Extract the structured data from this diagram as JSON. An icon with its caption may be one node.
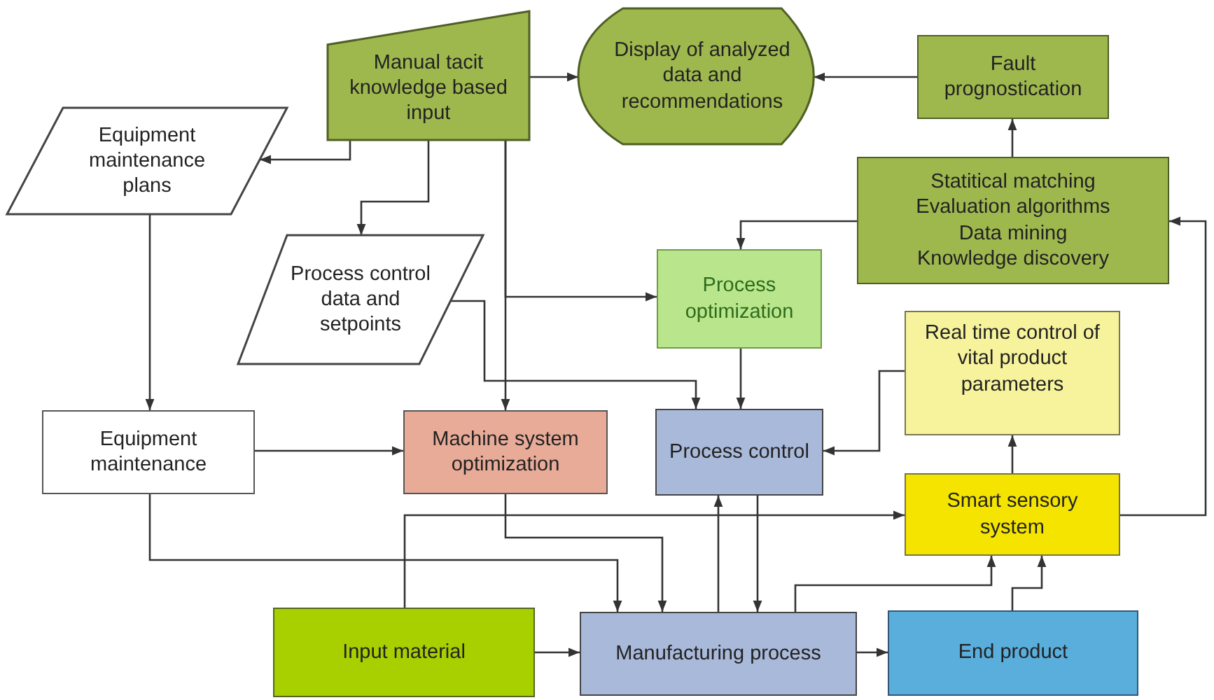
{
  "diagram": {
    "nodes": [
      {
        "text": [
          "Manual tacit knowledge based input"
        ]
      },
      {
        "text": [
          "Display of analyzed data and recommendations"
        ]
      },
      {
        "text": [
          "Fault prognostication"
        ]
      },
      {
        "text": [
          "Equipment maintenance plans"
        ]
      },
      {
        "text": [
          "Statitical matching",
          "Evaluation algorithms",
          "Data mining",
          "Knowledge discovery"
        ]
      },
      {
        "text": [
          "Process control data and setpoints"
        ]
      },
      {
        "text": [
          "Process optimization"
        ]
      },
      {
        "text": [
          "Real time control of vital product parameters"
        ]
      },
      {
        "text": [
          "Equipment maintenance"
        ]
      },
      {
        "text": [
          "Machine system optimization"
        ]
      },
      {
        "text": [
          "Process control"
        ]
      },
      {
        "text": [
          "Smart sensory system"
        ]
      },
      {
        "text": [
          "Input material"
        ]
      },
      {
        "text": [
          "Manufacturing process"
        ]
      },
      {
        "text": [
          "End product"
        ]
      }
    ],
    "edges": [
      {
        "from": 0,
        "to": 1,
        "arrow": "to"
      },
      {
        "from": 2,
        "to": 1,
        "arrow": "to"
      },
      {
        "from": 4,
        "to": 2,
        "arrow": "to"
      },
      {
        "from": 0,
        "to": 3,
        "arrow": "to"
      },
      {
        "from": 0,
        "to": 5,
        "arrow": "to"
      },
      {
        "from": 0,
        "to": 9,
        "arrow": "to"
      },
      {
        "from": 0,
        "to": 6,
        "arrow": "to"
      },
      {
        "from": 4,
        "to": 6,
        "arrow": "to"
      },
      {
        "from": 11,
        "to": 4,
        "arrow": "to"
      },
      {
        "from": 5,
        "to": 10,
        "arrow": "to"
      },
      {
        "from": 6,
        "to": 10,
        "arrow": "to"
      },
      {
        "from": 7,
        "to": 10,
        "arrow": "to"
      },
      {
        "from": 3,
        "to": 8,
        "arrow": "to"
      },
      {
        "from": 8,
        "to": 9,
        "arrow": "to"
      },
      {
        "from": 8,
        "to": 13,
        "arrow": "to"
      },
      {
        "from": 9,
        "to": 13,
        "arrow": "to"
      },
      {
        "from": 12,
        "to": 11,
        "arrow": "to"
      },
      {
        "from": 12,
        "to": 13,
        "arrow": "to"
      },
      {
        "from": 13,
        "to": 10,
        "arrow": "to"
      },
      {
        "from": 10,
        "to": 13,
        "arrow": "to"
      },
      {
        "from": 13,
        "to": 11,
        "arrow": "to"
      },
      {
        "from": 14,
        "to": 11,
        "arrow": "to"
      },
      {
        "from": 13,
        "to": 14,
        "arrow": "to"
      },
      {
        "from": 11,
        "to": 7,
        "arrow": "to"
      }
    ]
  }
}
